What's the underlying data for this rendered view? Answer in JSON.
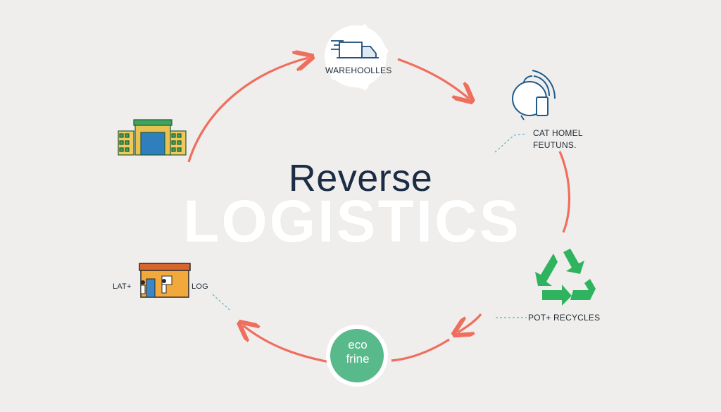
{
  "title": {
    "line1": "Reverse",
    "line2": "LOGISTICS"
  },
  "nodes": {
    "warehouse": {
      "label": "WAREHOOLLES"
    },
    "customer": {
      "label_line1": "CAT HOMEL",
      "label_line2": "FEUTUNS."
    },
    "recycle": {
      "label": "POT+ RECYCLES"
    },
    "eco": {
      "line1": "eco",
      "line2": "frine"
    },
    "store": {
      "left_label": "LAT+",
      "right_label": "LOG"
    }
  },
  "colors": {
    "arrow": "#ef6f5e",
    "title": "#1b2c44",
    "recycle": "#2fb35e",
    "eco": "#58b98a",
    "dash": "#56b2c8"
  },
  "icons": [
    "truck-icon",
    "smart-device-icon",
    "recycle-icon",
    "eco-badge-icon",
    "storefront-icon",
    "warehouse-icon"
  ]
}
